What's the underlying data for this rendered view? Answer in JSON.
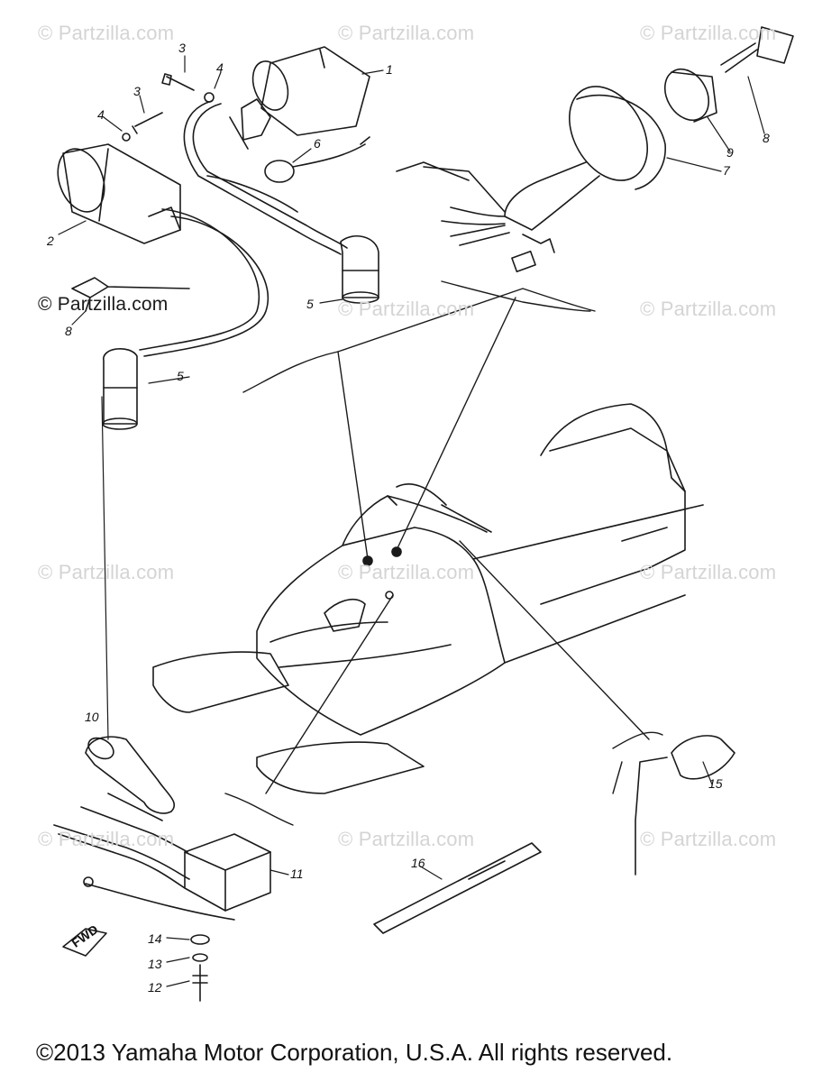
{
  "watermark": {
    "text": "© Partzilla.com",
    "dark_text": "© Partzilla.com"
  },
  "callouts": {
    "c1": "1",
    "c2": "2",
    "c3a": "3",
    "c3b": "3",
    "c4a": "4",
    "c4b": "4",
    "c5a": "5",
    "c5b": "5",
    "c6": "6",
    "c7": "7",
    "c8a": "8",
    "c8b": "8",
    "c9": "9",
    "c10": "10",
    "c11": "11",
    "c12": "12",
    "c13": "13",
    "c14": "14",
    "c15": "15",
    "c16": "16"
  },
  "fwd_label": "FWD",
  "copyright": "©2013  Yamaha Motor Corporation, U.S.A. All rights reserved."
}
